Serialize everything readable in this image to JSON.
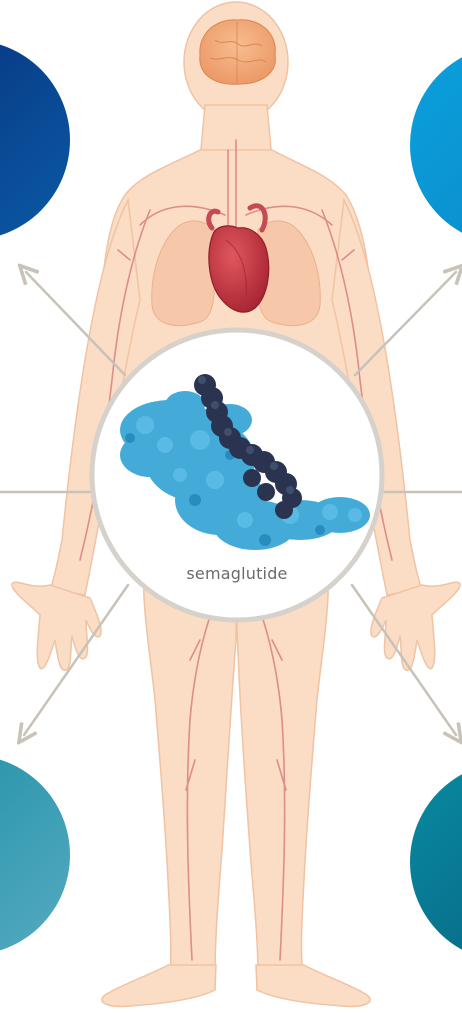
{
  "center": {
    "label": "semaglutide",
    "icon": "semaglutide-molecule"
  },
  "colors": {
    "skin": "#fbdcc4",
    "skin_edge": "#f0c3a3",
    "vessel": "#d88080",
    "heart": "#b8303c",
    "brain": "#f2a97a",
    "lung": "#f6c7a8",
    "arrow": "#c8c2b8",
    "circle_ring": "#d6d2cb",
    "circle_top_left": "#0a3f8f",
    "circle_top_right": "#0c98d6",
    "circle_bottom_left": "#1f8fa8",
    "circle_bottom_right": "#08768f",
    "molecule_blue": "#39a6d6",
    "molecule_dark": "#2a3350"
  },
  "corner_circles": [
    "top-left",
    "top-right",
    "bottom-left",
    "bottom-right"
  ]
}
